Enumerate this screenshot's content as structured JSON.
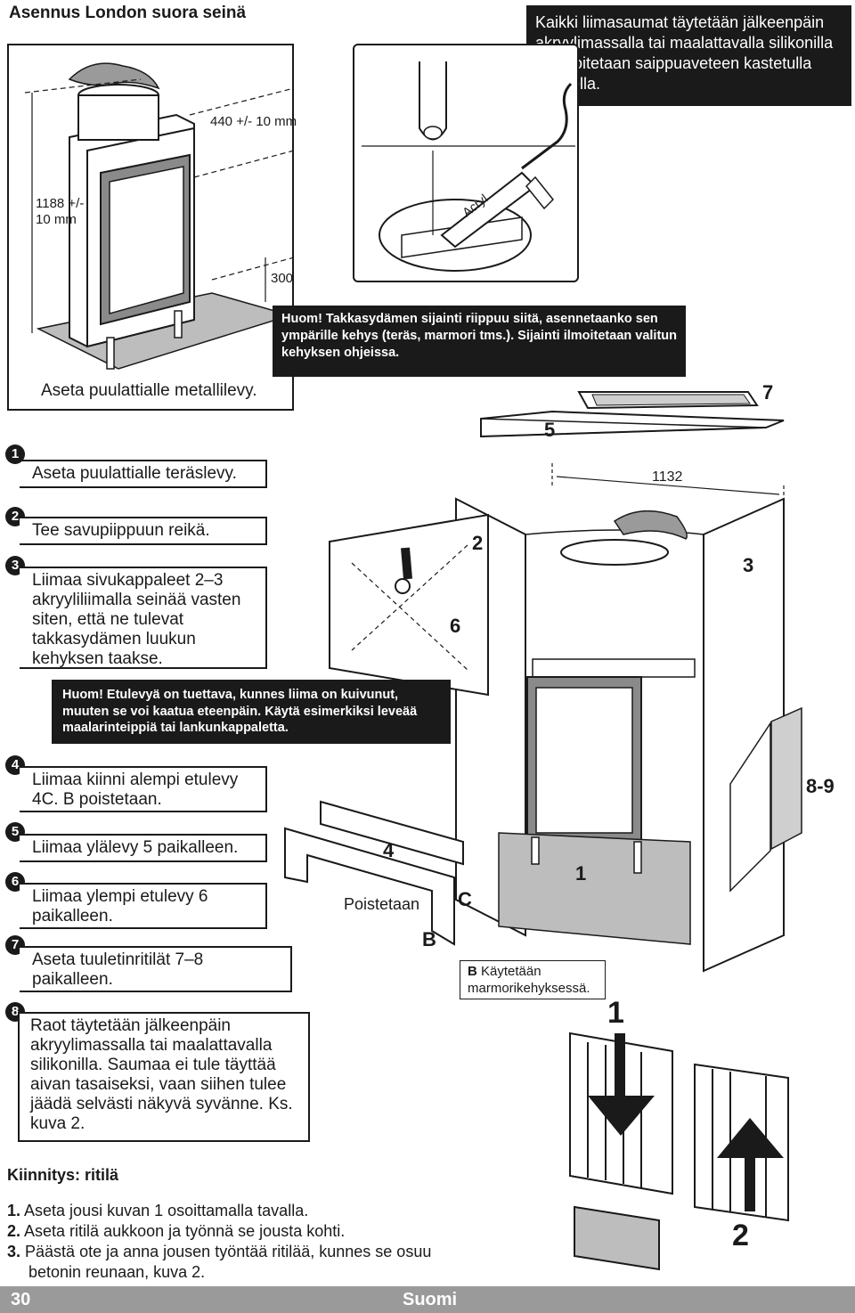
{
  "title": "Asennus London suora seinä",
  "top_note": "Kaikki liimasaumat täytetään jälkeenpäin akryylimassalla tai maalattavalla silikonilla ja tasoitetaan saippuaveteen kastetulla sormella.",
  "fig1": {
    "dim_width": "440 +/- 10 mm",
    "dim_height": "1188 +/- 10 mm",
    "dim_floor": "300",
    "caption": "Aseta puulattialle metallilevy."
  },
  "fig2": {
    "tube_label": "Acryl"
  },
  "huom1": "Huom! Takkasydämen sijainti riippuu siitä, asennetaanko sen ympärille kehys (teräs, marmori tms.). Sijainti ilmoitetaan valitun kehyksen ohjeissa.",
  "steps": [
    {
      "num": "1",
      "text": "Aseta puulattialle teräslevy."
    },
    {
      "num": "2",
      "text": "Tee savupiippuun reikä."
    },
    {
      "num": "3",
      "text": "Liimaa sivukappaleet 2–3 akryyliliimalla seinää vasten siten, että ne tulevat takkasydämen luukun kehyksen taakse."
    },
    {
      "num": "4",
      "text": "Liimaa kiinni alempi etulevy 4C. B poistetaan."
    },
    {
      "num": "5",
      "text": "Liimaa ylälevy 5 paikalleen."
    },
    {
      "num": "6",
      "text": "Liimaa ylempi etulevy 6 paikalleen."
    },
    {
      "num": "7",
      "text": "Aseta tuuletinritilät 7–8 paikalleen."
    },
    {
      "num": "8",
      "text": "Raot täytetään jälkeenpäin akryylimassalla tai maalattavalla silikonilla. Saumaa ei tule täyttää aivan tasaiseksi, vaan siihen tulee jäädä selvästi näkyvä syvänne. Ks. kuva 2."
    }
  ],
  "huom2": "Huom! Etulevyä on tuettava, kunnes liima on kuivunut, muuten se voi kaatua eteenpäin. Käytä esimerkiksi leveää maalarinteippiä tai lankunkappaletta.",
  "diagram_labels": {
    "p7": "7",
    "p5": "5",
    "width": "1132",
    "p2": "2",
    "p3": "3",
    "p6": "6",
    "p89": "8-9",
    "p4": "4",
    "poistetaan": "Poistetaan",
    "pC": "C",
    "pB": "B",
    "p1": "1",
    "b_note_bold": "B",
    "b_note": "Käytetään marmorikehyksessä.",
    "grille1": "1",
    "grille2": "2"
  },
  "kiinnitys_title": "Kiinnitys: ritilä",
  "kiinnitys_steps": [
    {
      "num": "1.",
      "text": "Aseta jousi kuvan 1 osoittamalla tavalla."
    },
    {
      "num": "2.",
      "text": "Aseta ritilä aukkoon ja työnnä se jousta kohti."
    },
    {
      "num": "3.",
      "text": "Päästä ote ja anna jousen työntää ritilää, kunnes se osuu betonin reunaan, kuva 2."
    }
  ],
  "footer": {
    "page": "30",
    "language": "Suomi"
  }
}
